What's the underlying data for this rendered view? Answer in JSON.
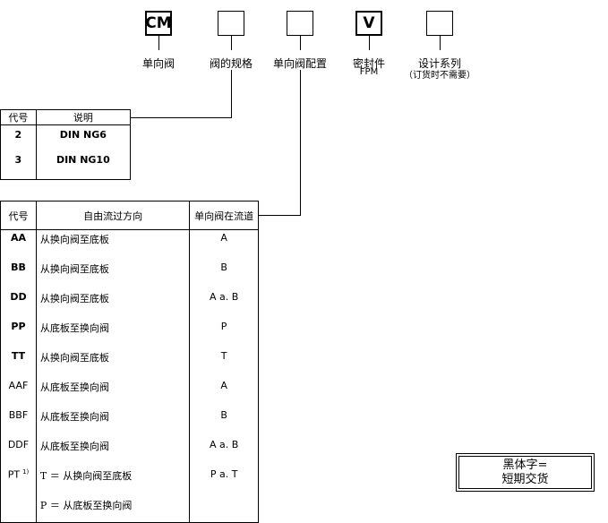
{
  "codes": [
    {
      "box": "CM",
      "label": "单向阀",
      "sub": ""
    },
    {
      "box": "",
      "label": "阀的规格",
      "sub": ""
    },
    {
      "box": "",
      "label": "单向阀配置",
      "sub": ""
    },
    {
      "box": "V",
      "label": "密封件",
      "sub": "FPM"
    },
    {
      "box": "",
      "label": "设计系列",
      "sub": "（订货时不需要）"
    }
  ],
  "size_table": {
    "headers": [
      "代号",
      "说明"
    ],
    "rows": [
      {
        "code": "2",
        "desc": "DIN NG6"
      },
      {
        "code": "3",
        "desc": "DIN NG10"
      }
    ]
  },
  "config_table": {
    "headers": [
      "代号",
      "自由流过方向",
      "单向阀在流道"
    ],
    "rows": [
      {
        "code": "AA",
        "dir": "从换向阀至底板",
        "port": "A",
        "bold": true
      },
      {
        "code": "BB",
        "dir": "从换向阀至底板",
        "port": "B",
        "bold": true
      },
      {
        "code": "DD",
        "dir": "从换向阀至底板",
        "port": "A a. B",
        "bold": true
      },
      {
        "code": "PP",
        "dir": "从底板至换向阀",
        "port": "P",
        "bold": true
      },
      {
        "code": "TT",
        "dir": "从换向阀至底板",
        "port": "T",
        "bold": true
      },
      {
        "code": "AAF",
        "dir": "从底板至换向阀",
        "port": "A",
        "bold": false
      },
      {
        "code": "BBF",
        "dir": "从底板至换向阀",
        "port": "B",
        "bold": false
      },
      {
        "code": "DDF",
        "dir": "从底板至换向阀",
        "port": "A a. B",
        "bold": false
      },
      {
        "code": "PT",
        "sup": "1)",
        "dir": "T ＝ 从换向阀至底板",
        "port": "P a. T",
        "bold": false
      },
      {
        "code": "",
        "dir": "P ＝ 从底板至换向阀",
        "port": "",
        "bold": false
      }
    ]
  },
  "legend": {
    "line1": "黑体字=",
    "line2": "短期交货"
  }
}
